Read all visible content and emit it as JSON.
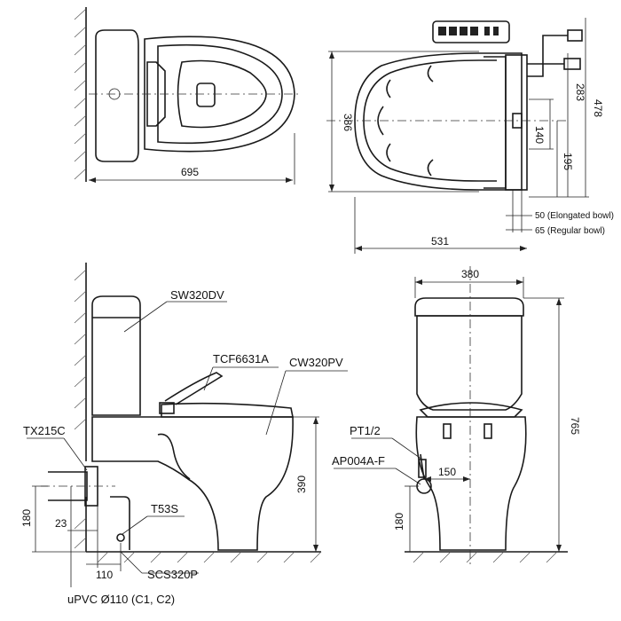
{
  "top_left": {
    "dim_width": "695"
  },
  "top_right": {
    "dim_height": "386",
    "dim_283": "283",
    "dim_478": "478",
    "dim_140": "140",
    "dim_195": "195",
    "dim_531": "531",
    "note_elongated": "50 (Elongated bowl)",
    "note_regular": "65 (Regular bowl)"
  },
  "side_view": {
    "tank_label": "SW320DV",
    "seat_label": "TCF6631A",
    "bowl_label": "CW320PV",
    "trap_label": "TX215C",
    "bolt_label": "T53S",
    "drain_label": "SCS320P",
    "pipe_label": "uPVC Ø110 (C1, C2)",
    "dim_390": "390",
    "dim_180": "180",
    "dim_23": "23",
    "dim_110": "110"
  },
  "front_view": {
    "dim_380": "380",
    "dim_765": "765",
    "valve_label": "PT1/2",
    "hose_label": "AP004A-F",
    "dim_150": "150",
    "dim_180": "180"
  }
}
